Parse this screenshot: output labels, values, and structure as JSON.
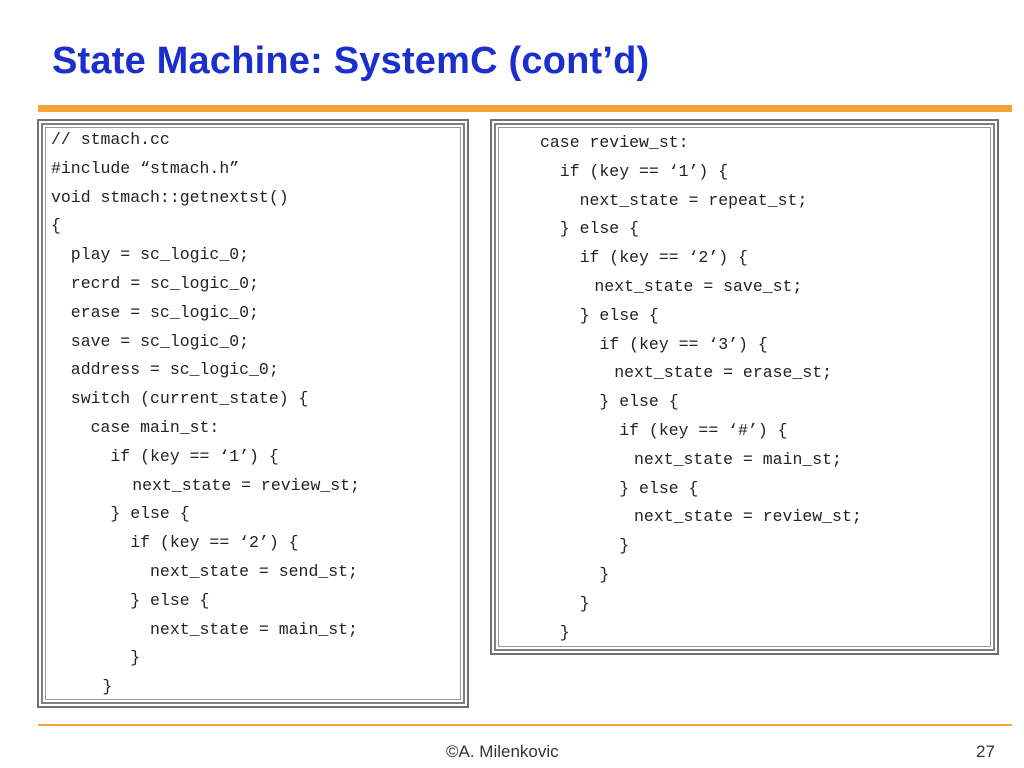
{
  "slide": {
    "title": "State Machine: SystemC (cont’d)",
    "footer_author": "©A. Milenkovic",
    "page_number": "27",
    "accent_color": "#f2a33a",
    "title_color": "#1a2fcc"
  },
  "code_left": [
    "// stmach.cc",
    "#include “stmach.h”",
    "void stmach::getnextst()",
    "{",
    "  play = sc_logic_0;",
    "  recrd = sc_logic_0;",
    "  erase = sc_logic_0;",
    "  save = sc_logic_0;",
    "  address = sc_logic_0;",
    "  switch (current_state) {",
    "    case main_st:",
    "      if (key == ‘1’) {",
    "        next_state = review_st;",
    "      } else {",
    "        if (key == ‘2’) {",
    "          next_state = send_st;",
    "        } else {",
    "          next_state = main_st;",
    "        }",
    "      }"
  ],
  "code_right": [
    "case review_st:",
    "  if (key == ‘1’) {",
    "    next_state = repeat_st;",
    "  } else {",
    "    if (key == ‘2’) {",
    "      next_state = save_st;",
    "    } else {",
    "      if (key == ‘3’) {",
    "        next_state = erase_st;",
    "      } else {",
    "        if (key == ‘#’) {",
    "          next_state = main_st;",
    "        } else {",
    "          next_state = review_st;",
    "        }",
    "      }",
    "    }",
    "  }"
  ]
}
